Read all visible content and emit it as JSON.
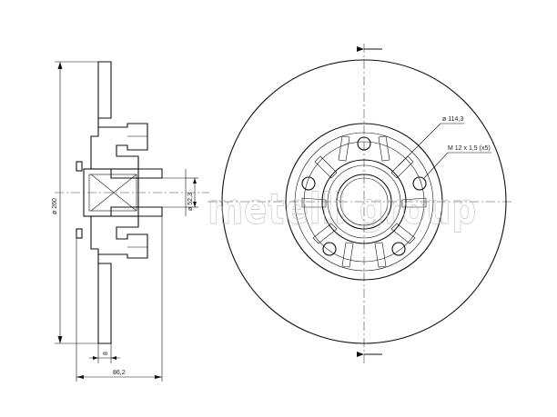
{
  "dimensions": {
    "disc_diameter": "ø 260",
    "bore_diameter": "ø 52,3",
    "total_height": "86,2",
    "disc_thickness": "8",
    "pcd": "ø 114,3",
    "thread": "M 12 x 1,5 (x5)"
  },
  "watermark": "metelli group"
}
